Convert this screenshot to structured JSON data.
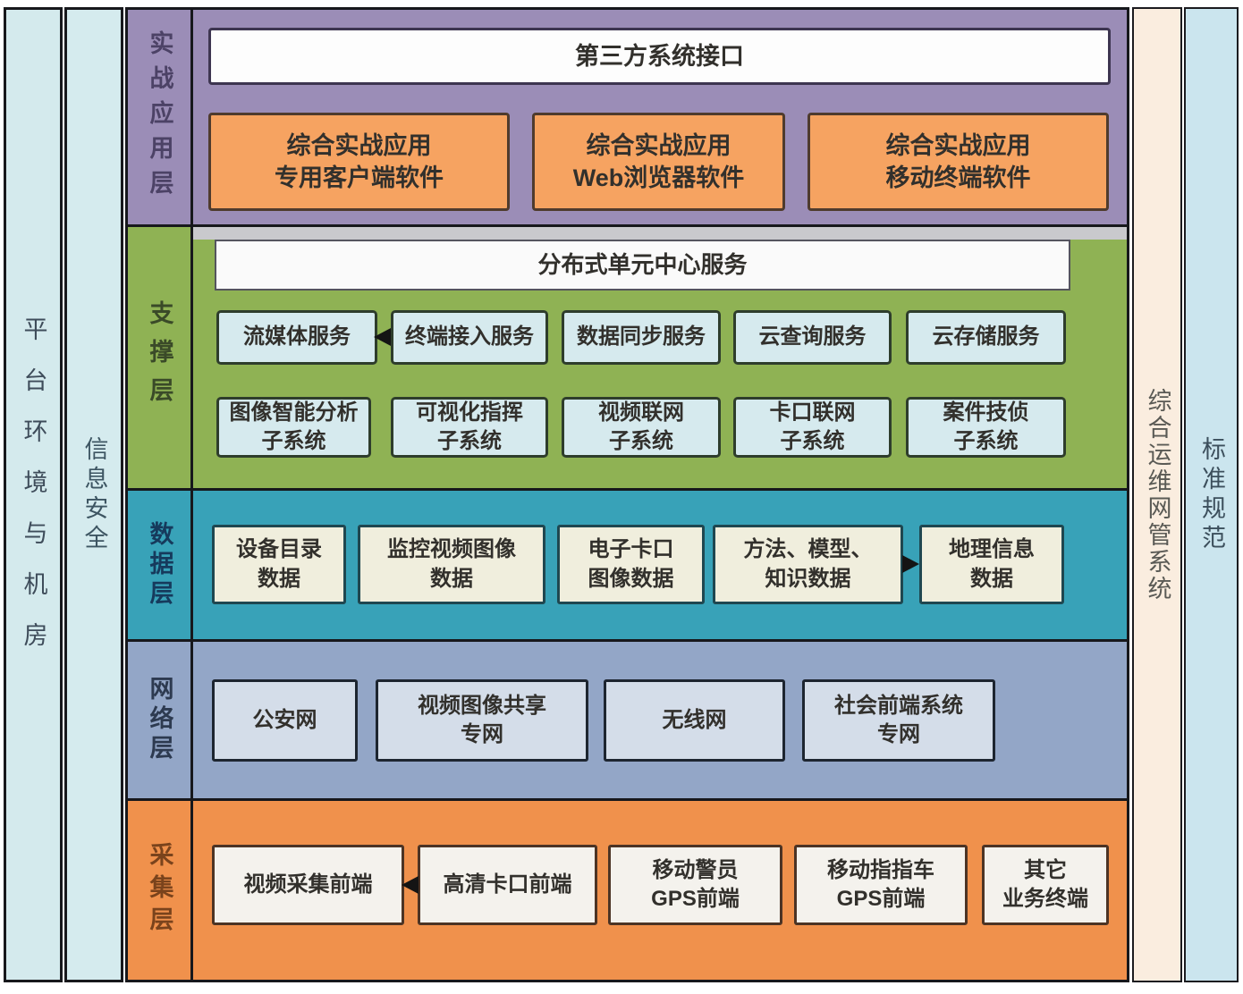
{
  "colors": {
    "practical_layer": "#9b8db7",
    "support_layer": "#8fb254",
    "data_layer": "#38a2b8",
    "network_layer": "#93a6c7",
    "collection_layer": "#f0914c",
    "orange_box": "#f6a361",
    "service_box": "#d6eaee",
    "data_box": "#f0eedd",
    "network_box": "#d4dde9",
    "collection_box": "#f4f2ed",
    "sidebar_blue": "#d4eaed",
    "sidebar_cream": "#faeddf",
    "sidebar_lightblue": "#cbe5ee",
    "border_dark": "#17181c"
  },
  "sidebars": {
    "left_outer": "平台环境与机房",
    "left_inner": "信息安全",
    "right_inner": "综合运维网管系统",
    "right_outer": "标准规范"
  },
  "layers": {
    "practical": {
      "label": "实战应用层",
      "interface_box": "第三方系统接口",
      "boxes": [
        {
          "text": "综合实战应用\n专用客户端软件"
        },
        {
          "text": "综合实战应用\nWeb浏览器软件"
        },
        {
          "text": "综合实战应用\n移动终端软件"
        }
      ]
    },
    "support": {
      "label": "支撑层",
      "center_box": "分布式单元中心服务",
      "services": [
        {
          "text": "流媒体服务"
        },
        {
          "text": "终端接入服务"
        },
        {
          "text": "数据同步服务"
        },
        {
          "text": "云查询服务"
        },
        {
          "text": "云存储服务"
        }
      ],
      "subsystems": [
        {
          "text": "图像智能分析\n子系统"
        },
        {
          "text": "可视化指挥\n子系统"
        },
        {
          "text": "视频联网\n子系统"
        },
        {
          "text": "卡口联网\n子系统"
        },
        {
          "text": "案件技侦\n子系统"
        }
      ]
    },
    "data": {
      "label": "数据层",
      "boxes": [
        {
          "text": "设备目录\n数据"
        },
        {
          "text": "监控视频图像\n数据"
        },
        {
          "text": "电子卡口\n图像数据"
        },
        {
          "text": "方法、模型、\n知识数据"
        },
        {
          "text": "地理信息\n数据"
        }
      ]
    },
    "network": {
      "label": "网络层",
      "boxes": [
        {
          "text": "公安网"
        },
        {
          "text": "视频图像共享\n专网"
        },
        {
          "text": "无线网"
        },
        {
          "text": "社会前端系统\n专网"
        }
      ]
    },
    "collection": {
      "label": "采集层",
      "boxes": [
        {
          "text": "视频采集前端"
        },
        {
          "text": "高清卡口前端"
        },
        {
          "text": "移动警员\nGPS前端"
        },
        {
          "text": "移动指指车\nGPS前端"
        },
        {
          "text": "其它\n业务终端"
        }
      ]
    }
  }
}
